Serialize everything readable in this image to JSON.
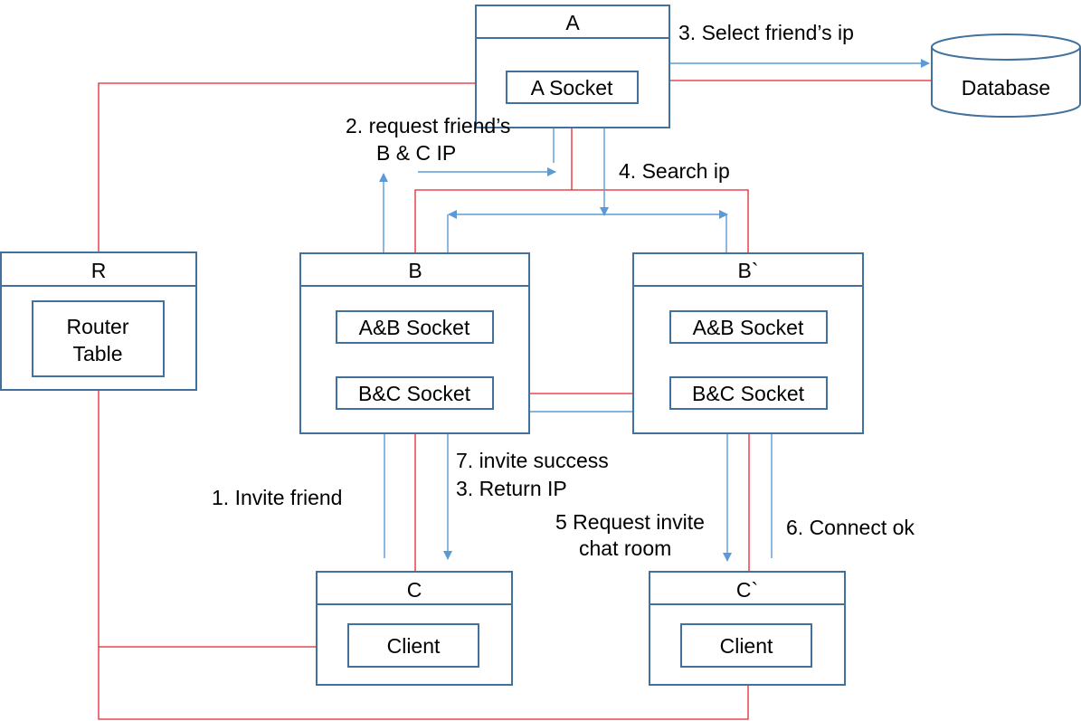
{
  "colors": {
    "box_border": "#41719C",
    "connection_line": "#E0262C",
    "arrow": "#5B9BD5",
    "text": "#000000",
    "background": "#FFFFFF"
  },
  "nodes": {
    "a": {
      "title": "A",
      "socket": "A Socket"
    },
    "b": {
      "title": "B",
      "socket_ab": "A&B Socket",
      "socket_bc": "B&C Socket"
    },
    "b_prime": {
      "title": "B`",
      "socket_ab": "A&B Socket",
      "socket_bc": "B&C Socket"
    },
    "r": {
      "title": "R",
      "table_line1": "Router",
      "table_line2": "Table"
    },
    "c": {
      "title": "C",
      "client": "Client"
    },
    "c_prime": {
      "title": "C`",
      "client": "Client"
    },
    "database": {
      "label": "Database"
    }
  },
  "edge_labels": {
    "select_ip": "3. Select friend’s ip",
    "request_ip_line1": "2. request friend’s",
    "request_ip_line2": "B & C IP",
    "search_ip": "4. Search ip",
    "invite_success": "7. invite success",
    "return_ip": "3. Return IP",
    "invite_friend": "1. Invite friend",
    "request_invite_line1": "5 Request invite",
    "request_invite_line2": "chat room",
    "connect_ok": "6. Connect ok"
  }
}
